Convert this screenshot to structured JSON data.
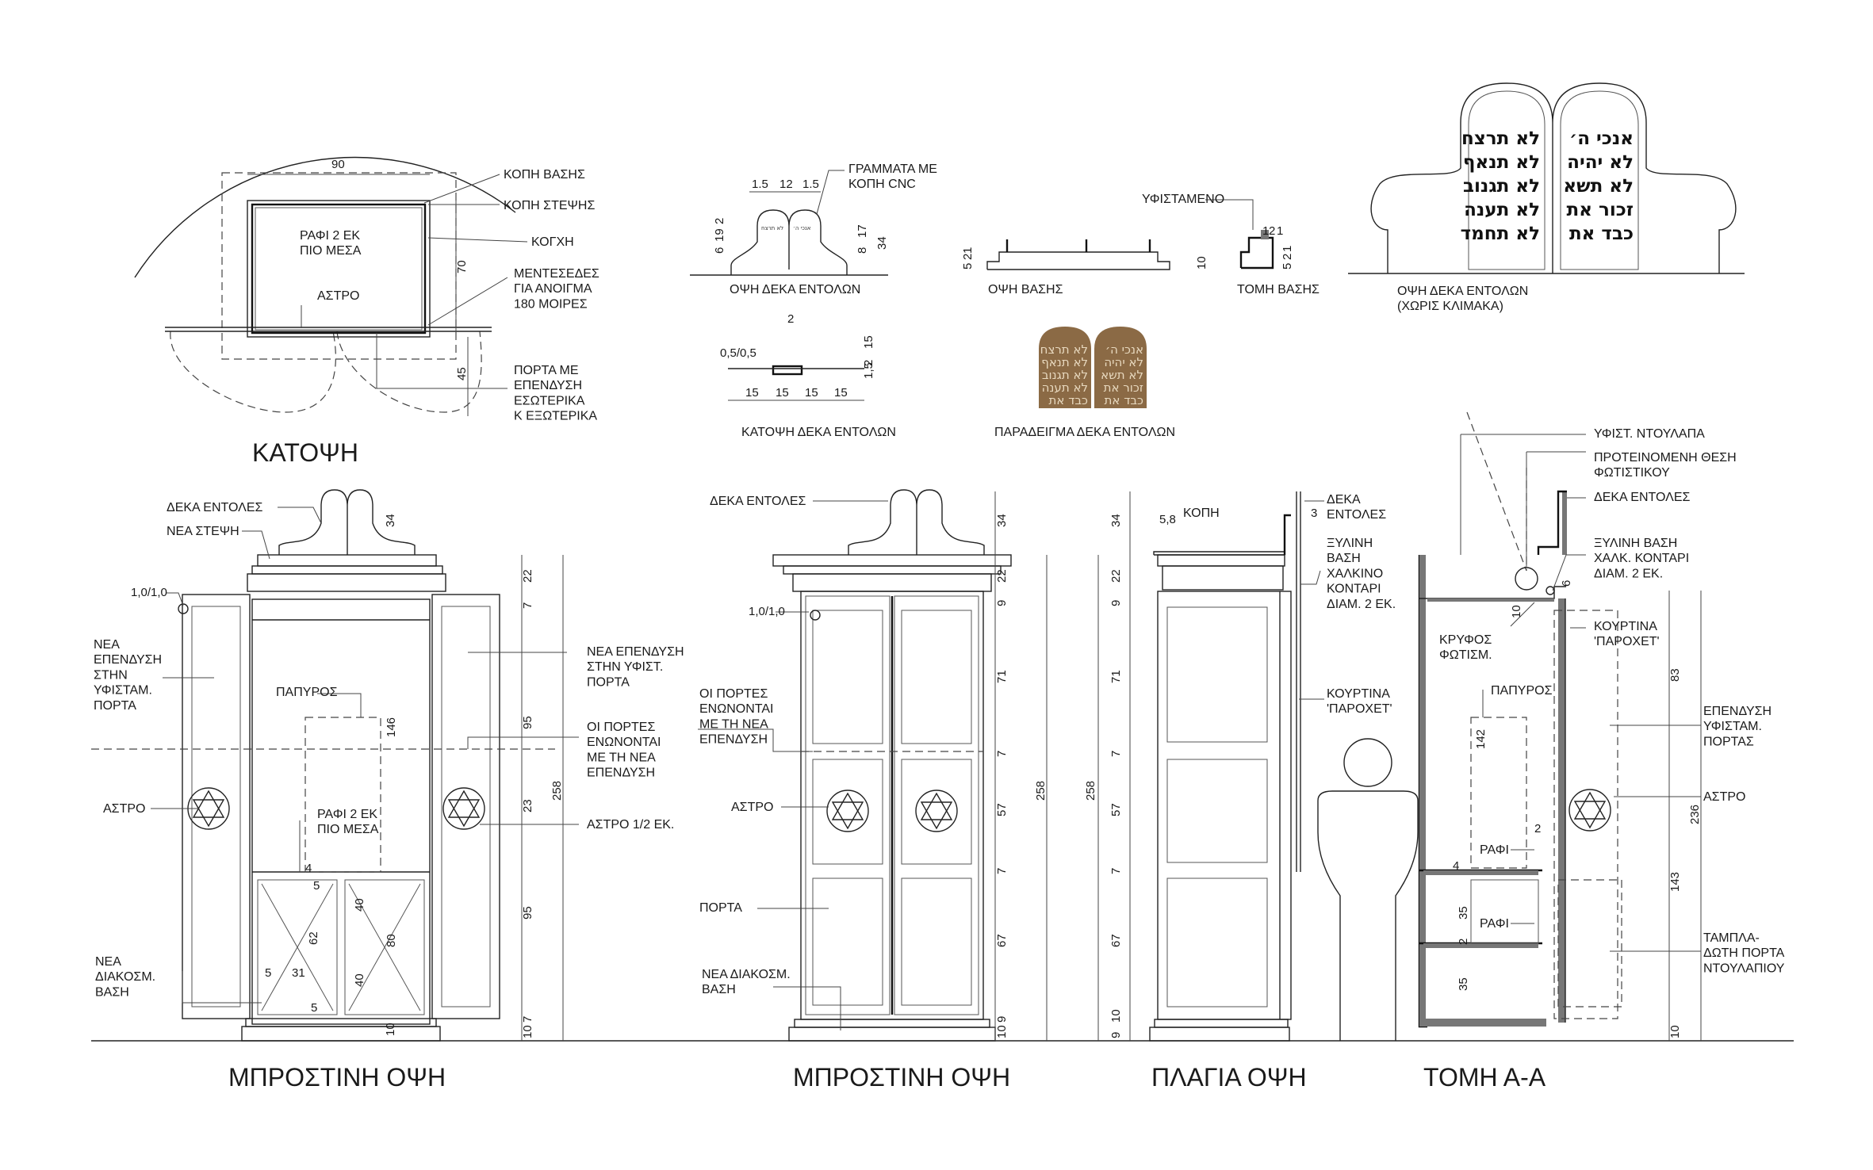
{
  "plan": {
    "title": "ΚΑΤΟΨΗ",
    "dim_width": "90",
    "dim_depth": "70",
    "dim_door": "45",
    "inner_shelf": "ΡΑΦΙ 2 ΕΚ\nΠΙΟ ΜΕΣΑ",
    "inner_star": "ΑΣΤΡΟ",
    "callouts": [
      "ΚΟΠΗ ΒΑΣΗΣ",
      "ΚΟΠΗ ΣΤΕΨΗΣ",
      "ΚΟΓΧΗ",
      "ΜΕΝΤΕΣΕΔΕΣ\nΓΙΑ ΑΝΟΙΓΜΑ\n180 ΜΟΙΡΕΣ",
      "ΠΟΡΤΑ ΜΕ\nΕΠΕΝΔΥΣΗ\nΕΣΩΤΕΡΙΚΑ\nΚ ΕΞΩΤΕΡΙΚΑ"
    ]
  },
  "tablets_small": {
    "caption": "ΟΨΗ ΔΕΚΑ ΕΝΤΟΛΩΝ",
    "note": "ΓΡΑΜΜΑΤΑ ΜΕ\nΚΟΠΗ CNC",
    "dims_top": [
      "1.5",
      "12",
      "1.5"
    ],
    "dims_left": [
      "19",
      "6",
      "2"
    ],
    "dims_right": [
      "17",
      "8",
      "34"
    ]
  },
  "tablets_plan": {
    "caption": "ΚΑΤΟΨΗ ΔΕΚΑ ΕΝΤΟΛΩΝ",
    "dims": [
      "15",
      "15",
      "15",
      "15"
    ],
    "dim_top": "2",
    "dim_left": "0,5/0,5",
    "dims_right": [
      "15",
      "2",
      "1,5"
    ]
  },
  "base_view": {
    "caption": "ΟΨΗ ΒΑΣΗΣ",
    "dims": [
      "5",
      "2",
      "1"
    ]
  },
  "base_section": {
    "caption": "ΤΟΜΗ ΒΑΣΗΣ",
    "note": "ΥΦΙΣΤΑΜΕΝΟ",
    "dims": [
      "1",
      "2",
      "1",
      "10",
      "5",
      "2",
      "1"
    ]
  },
  "tablets_example": {
    "caption": "ΠΑΡΑΔΕΙΓΜΑ ΔΕΚΑ ΕΝΤΟΛΩΝ",
    "left": [
      "לא תרצח",
      "לא תנאף",
      "לא תגנוב",
      "לא תענה",
      "כבד את"
    ],
    "right": [
      "אנכי ה׳",
      "לא יהיה",
      "לא תשא",
      "זכור את",
      "כבד את"
    ]
  },
  "tablets_large": {
    "caption": "ΟΨΗ ΔΕΚΑ ΕΝΤΟΛΩΝ\n(ΧΩΡΙΣ ΚΛΙΜΑΚΑ)",
    "left": [
      "לא תרצח",
      "לא תנאף",
      "לא תגנוב",
      "לא תענה",
      "לא תחמד"
    ],
    "right": [
      "אנכי ה׳",
      "לא יהיה",
      "לא תשא",
      "זכור את",
      "כבד את"
    ]
  },
  "front1": {
    "title": "ΜΠΡΟΣΤΙΝΗ ΟΨΗ",
    "labels": [
      "ΔΕΚΑ ΕΝΤΟΛΕΣ",
      "ΝΕΑ ΣΤΕΨΗ",
      "1,0/1,0",
      "ΝΕΑ\nΕΠΕΝΔΥΣΗ\nΣΤΗΝ\nΥΦΙΣΤΑΜ.\nΠΟΡΤΑ",
      "ΑΣΤΡΟ",
      "ΝΕΑ\nΔΙΑΚΟΣΜ.\nΒΑΣΗ",
      "ΠΑΠΥΡΟΣ",
      "ΡΑΦΙ 2 ΕΚ\nΠΙΟ ΜΕΣΑ",
      "ΝΕΑ ΕΠΕΝΔΥΣΗ\nΣΤΗΝ ΥΦΙΣΤ.\nΠΟΡΤΑ",
      "ΟΙ ΠΟΡΤΕΣ\nΕΝΩΝΟΝΤΑΙ\nΜΕ ΤΗ ΝΕΑ\nΕΠΕΝΔΥΣΗ",
      "ΑΣΤΡΟ 1/2 ΕΚ."
    ],
    "dims_right": [
      "22",
      "7",
      "95",
      "23",
      "95",
      "7",
      "10"
    ],
    "dim_total": "258",
    "dim_top": "34",
    "dims_inner": [
      "146",
      "4",
      "5",
      "62",
      "40",
      "80",
      "31",
      "40",
      "5",
      "5",
      "10"
    ]
  },
  "front2": {
    "title": "ΜΠΡΟΣΤΙΝΗ ΟΨΗ",
    "labels": [
      "ΔΕΚΑ ΕΝΤΟΛΕΣ",
      "1,0/1,0",
      "ΟΙ ΠΟΡΤΕΣ\nΕΝΩΝΟΝΤΑΙ\nΜΕ ΤΗ ΝΕΑ\nΕΠΕΝΔΥΣΗ",
      "ΑΣΤΡΟ",
      "ΠΟΡΤΑ",
      "ΝΕΑ ΔΙΑΚΟΣΜ.\nΒΑΣΗ"
    ],
    "dims_right": [
      "34",
      "22",
      "9",
      "71",
      "7",
      "57",
      "7",
      "67",
      "9",
      "10"
    ],
    "dim_total": "258"
  },
  "side": {
    "title": "ΠΛΑΓΙΑ ΟΨΗ",
    "labels": [
      "5,8",
      "ΚΟΠΗ",
      "ΔΕΚΑ\nΕΝΤΟΛΕΣ",
      "ΞΥΛΙΝΗ\nΒΑΣΗ\nΧΑΛΚΙΝΟ\nΚΟΝΤΑΡΙ\nΔΙΑΜ. 2 ΕΚ.",
      "ΚΟΥΡΤΙΝΑ\n'ΠΑΡΟΧΕΤ'"
    ],
    "dims_left": [
      "34",
      "22",
      "9",
      "71",
      "7",
      "57",
      "7",
      "67",
      "10",
      "9"
    ],
    "dim_total": "258",
    "dim_small": "3"
  },
  "section": {
    "title": "ΤΟΜΗ Α-Α",
    "labels": [
      "ΥΦΙΣΤ. ΝΤΟΥΛΑΠΑ",
      "ΠΡΟΤΕΙΝΟΜΕΝΗ ΘΕΣΗ\nΦΩΤΙΣΤΙΚΟΥ",
      "ΔΕΚΑ ΕΝΤΟΛΕΣ",
      "ΞΥΛΙΝΗ ΒΑΣΗ\nΧΑΛΚ. ΚΟΝΤΑΡΙ\nΔΙΑΜ. 2 ΕΚ.",
      "ΚΟΥΡΤΙΝΑ\n'ΠΑΡΟΧΕΤ'",
      "ΚΡΥΦΟΣ\nΦΩΤΙΣΜ.",
      "ΠΑΠΥΡΟΣ",
      "ΕΠΕΝΔΥΣΗ\nΥΦΙΣΤΑΜ.\nΠΟΡΤΑΣ",
      "ΑΣΤΡΟ",
      "ΡΑΦΙ",
      "ΡΑΦΙ",
      "ΤΑΜΠΛΑ-\nΔΩΤΗ ΠΟΡΤΑ\nΝΤΟΥΛΑΠΙΟΥ"
    ],
    "dims": [
      "10",
      "6",
      "142",
      "2",
      "4",
      "35",
      "2",
      "35",
      "83",
      "143",
      "236",
      "10"
    ]
  }
}
